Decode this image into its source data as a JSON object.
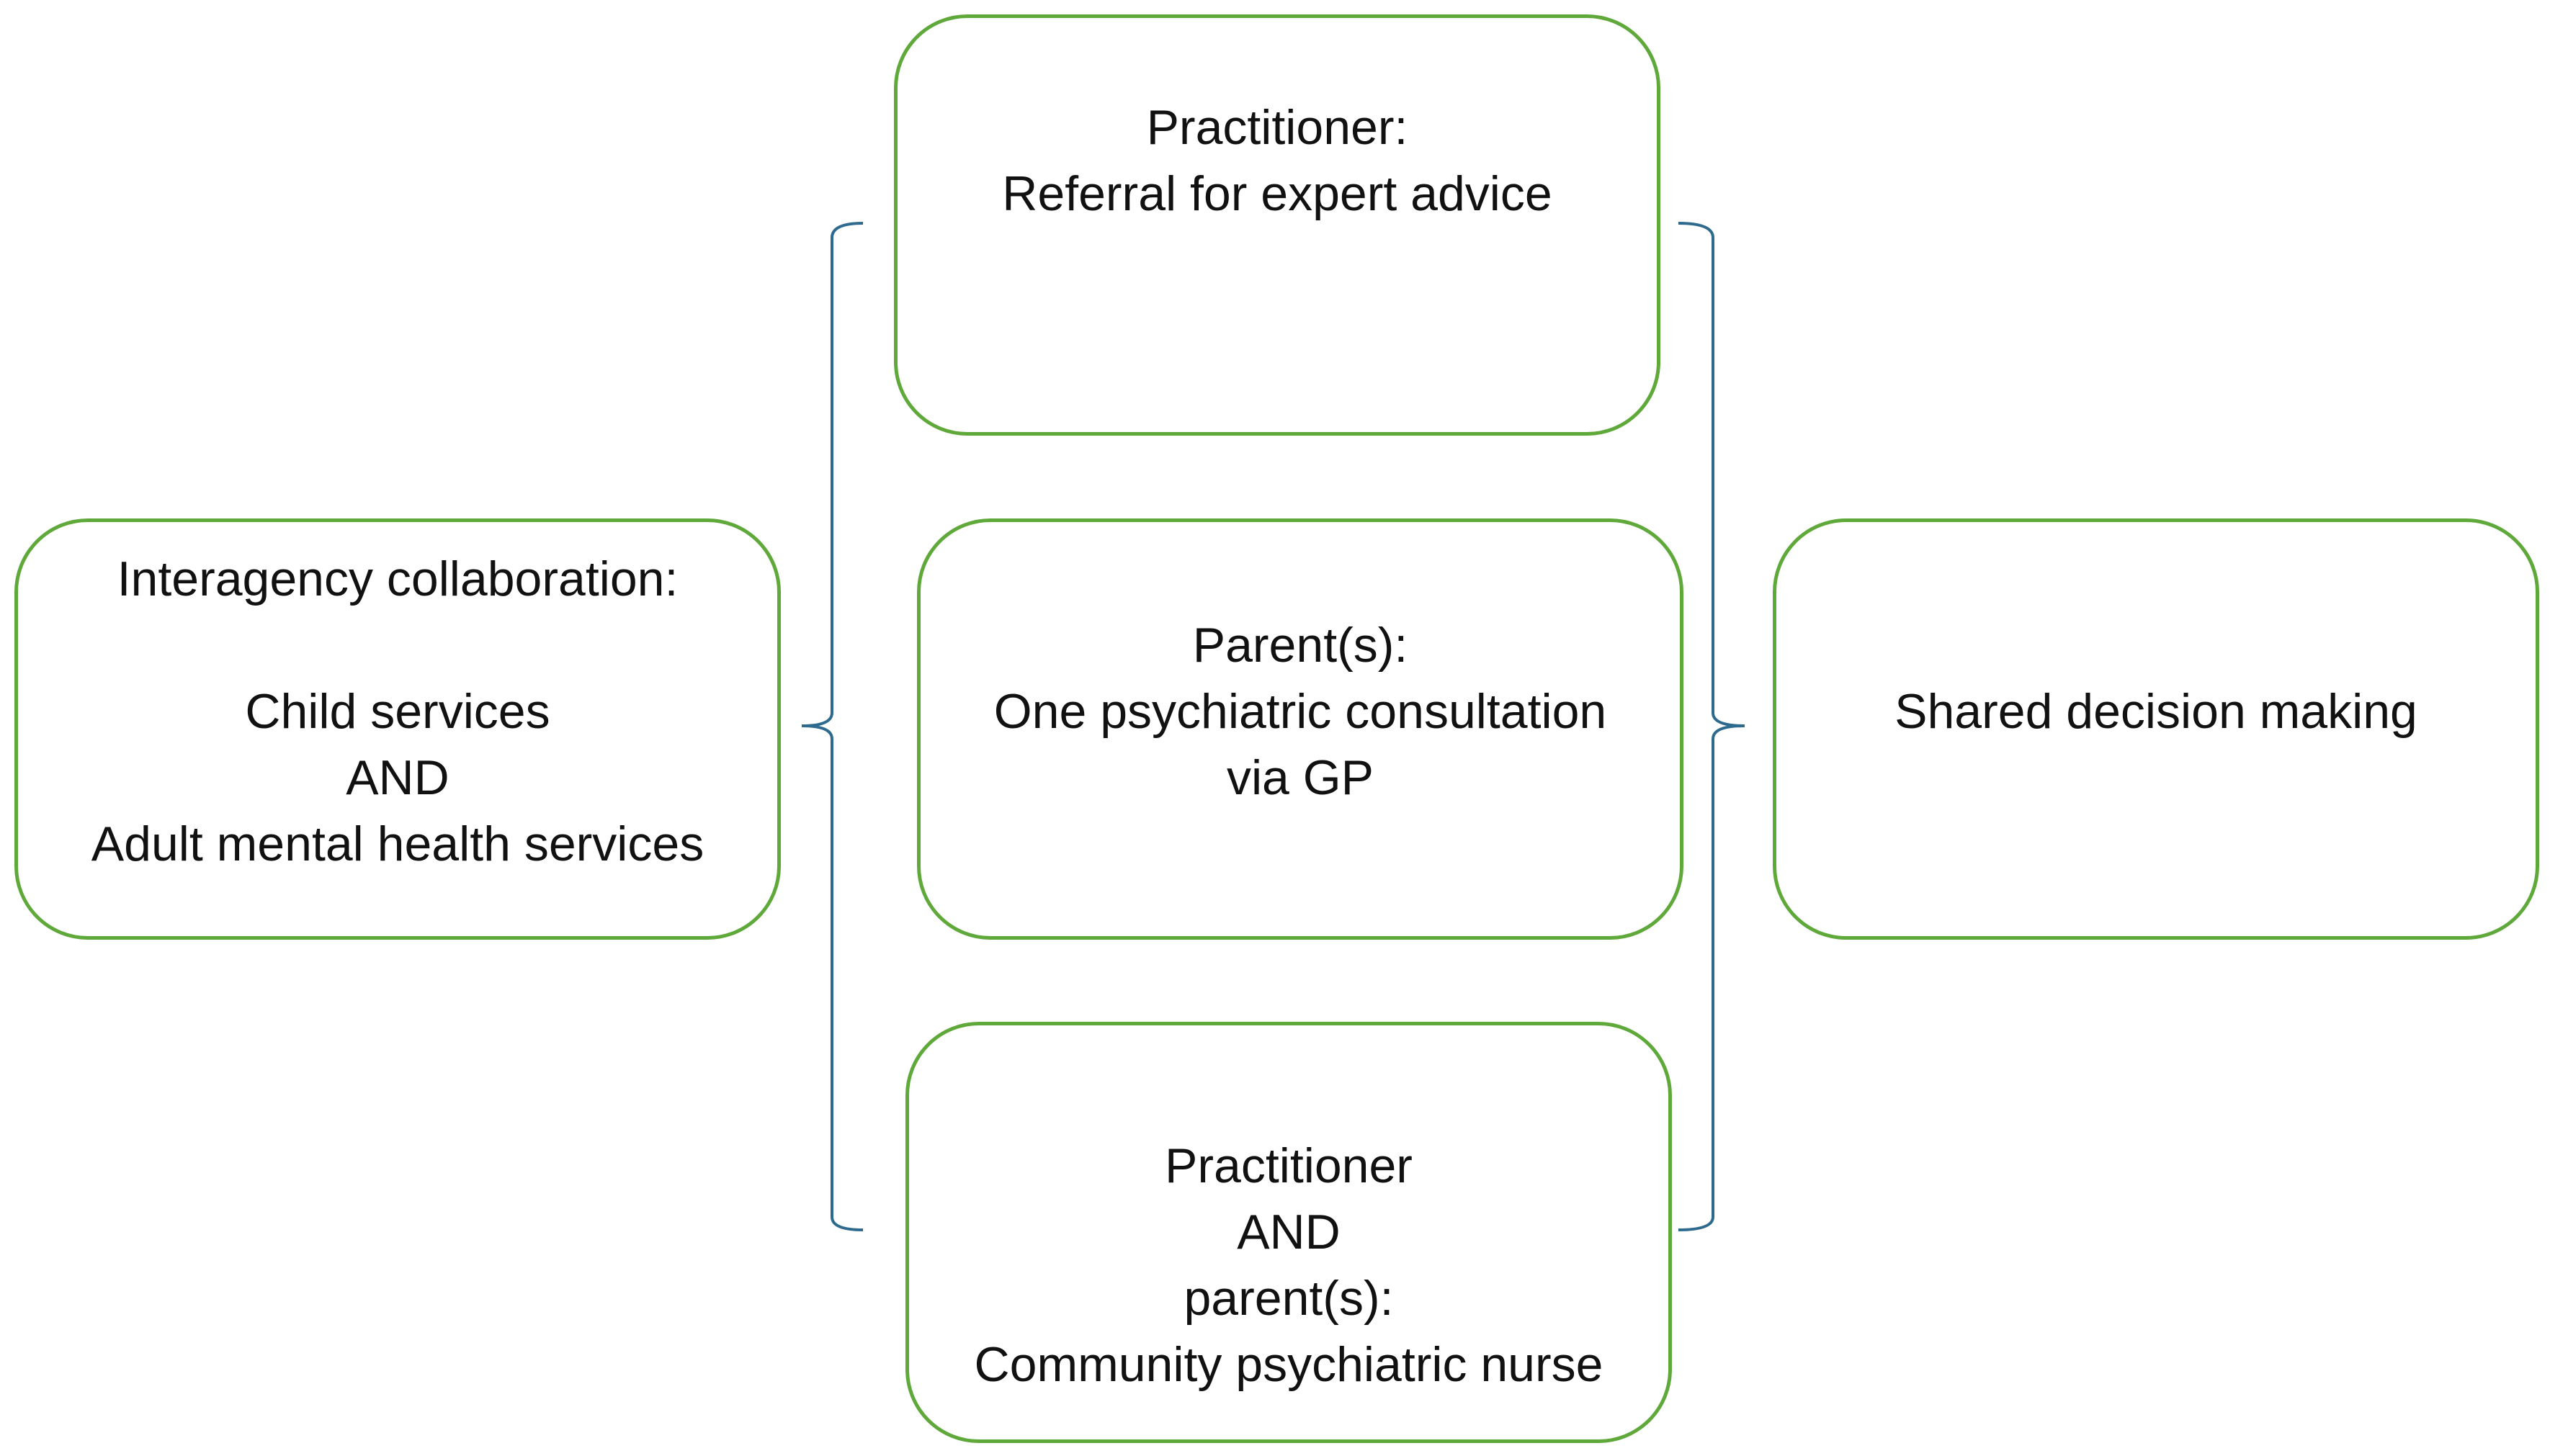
{
  "colors": {
    "box_border": "#5fa83a",
    "brace": "#2e6a8e",
    "text": "#111111",
    "background": "#ffffff"
  },
  "boxes": {
    "practitioner_referral": {
      "lines": [
        "Practitioner:",
        "Referral for expert advice"
      ]
    },
    "parent_consultation": {
      "lines": [
        "Parent(s):",
        "One psychiatric consultation",
        "via GP"
      ]
    },
    "practitioner_parent": {
      "lines": [
        "Practitioner",
        "AND",
        "parent(s):",
        "Community psychiatric nurse"
      ]
    },
    "interagency": {
      "lines": [
        "Interagency collaboration:",
        "",
        "Child services",
        "AND",
        "Adult mental health services"
      ]
    },
    "shared_decision": {
      "lines": [
        "Shared decision making"
      ]
    }
  }
}
